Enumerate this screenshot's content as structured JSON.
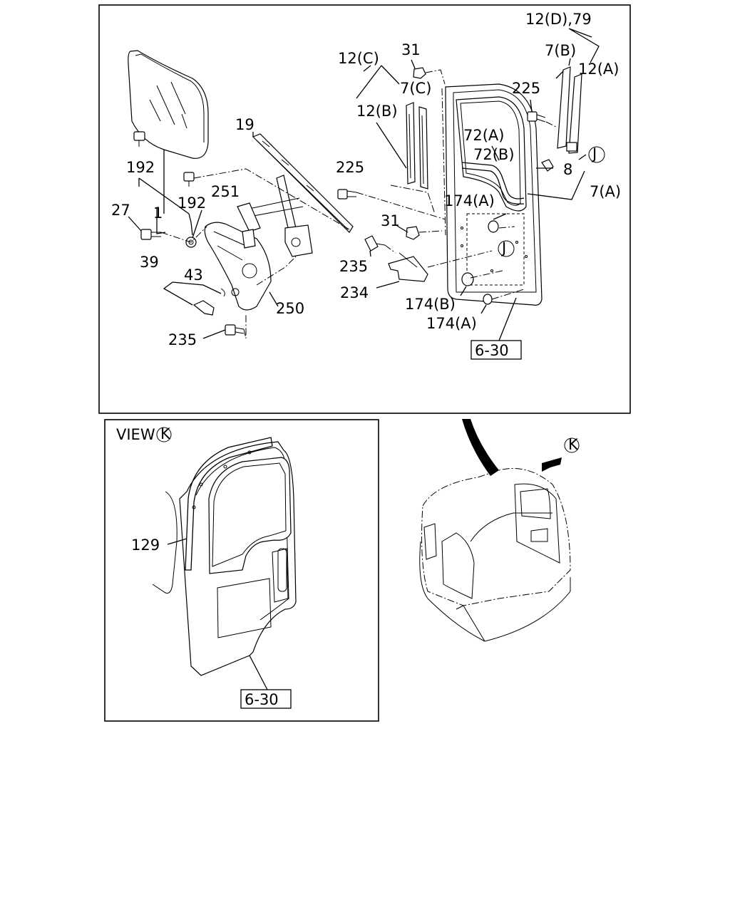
{
  "main_diagram": {
    "labels": {
      "p_12d_79": "12(D),79",
      "p_7b": "7(B)",
      "p_12a": "12(A)",
      "p_225_right": "225",
      "p_j_right": "J",
      "p_8": "8",
      "p_7a": "7(A)",
      "p_12c": "12(C)",
      "p_31_top": "31",
      "p_7c": "7(C)",
      "p_12b": "12(B)",
      "p_72a": "72(A)",
      "p_72b": "72(B)",
      "p_225_mid": "225",
      "p_174a_top": "174(A)",
      "p_31_mid": "31",
      "p_j_mid": "J",
      "p_235_mid": "235",
      "p_234": "234",
      "p_174b": "174(B)",
      "p_174a_bottom": "174(A)",
      "p_19": "19",
      "p_192_top": "192",
      "p_192_bottom": "192",
      "p_251": "251",
      "p_27": "27",
      "p_1": "1",
      "p_39": "39",
      "p_43": "43",
      "p_250": "250",
      "p_235_bottom": "235"
    },
    "ref_box": "6-30"
  },
  "view_panel": {
    "title": "VIEW",
    "view_letter": "K",
    "label_129": "129",
    "ref_box": "6-30"
  },
  "vehicle_view": {
    "arrow_letter": "K"
  }
}
